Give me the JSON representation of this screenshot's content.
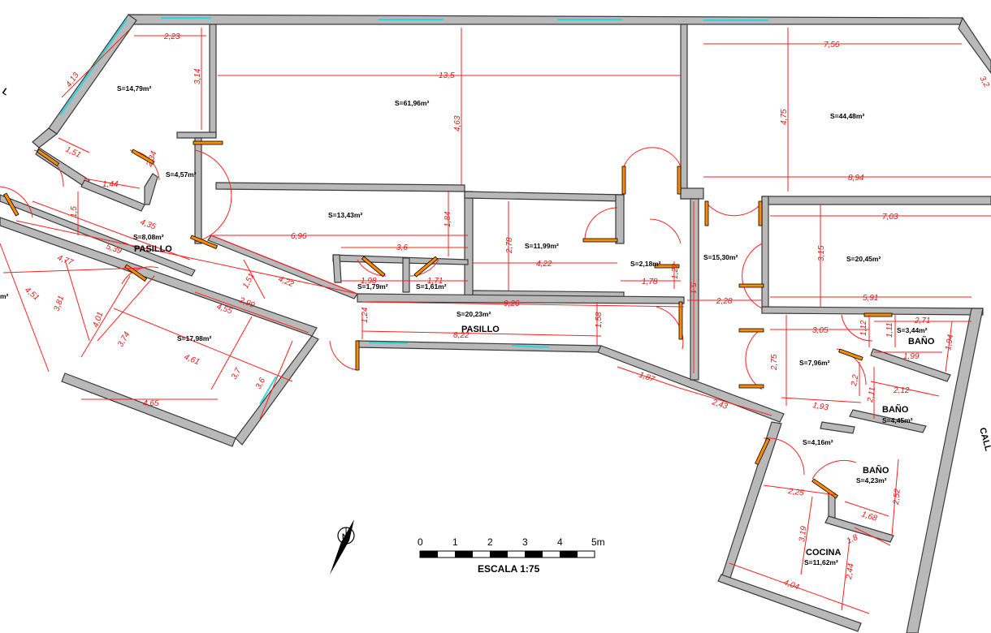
{
  "plan": {
    "rooms": [
      {
        "area": "S=14,79m²"
      },
      {
        "area": "S=61,96m²"
      },
      {
        "area": "S=44,48m²"
      },
      {
        "area": "S=4,57m²"
      },
      {
        "area": "S=13,43m²"
      },
      {
        "area": "S=8,08m²",
        "name": "PASILLO"
      },
      {
        "area": "S=11,99m²"
      },
      {
        "area": "S=2,18m²"
      },
      {
        "area": "S=15,30m²"
      },
      {
        "area": "S=20,45m²"
      },
      {
        "area": "S=1,79m²"
      },
      {
        "area": "S=1,61m²"
      },
      {
        "area": "S=20,23m²",
        "name": "PASILLO"
      },
      {
        "area": "S=17,98m²"
      },
      {
        "area": "S=3,44m²",
        "name": "BAÑO"
      },
      {
        "area": "S=7,96m²"
      },
      {
        "area": "S=4,45m²",
        "name": "BAÑO"
      },
      {
        "area": "S=4,16m²"
      },
      {
        "area": "S=4,23m²",
        "name": "BAÑO"
      },
      {
        "area": "S=11,62m²",
        "name": "COCINA"
      }
    ],
    "partial_texts": [
      "m²",
      "L",
      "CALL",
      "3,2"
    ],
    "dimensions": [
      "2,23",
      "4,13",
      "3,14",
      "1,51",
      "1,44",
      "2,34",
      "13,5",
      "4,63",
      "7,56",
      "4,75",
      "8,94",
      "1,5",
      "4,35",
      "5,39",
      "4,77",
      "4,51",
      "3,81",
      "4,01",
      "3,74",
      "4,61",
      "3,7",
      "4,55",
      "3,6",
      "4,65",
      "1,51",
      "2,99",
      "4,22",
      "6,96",
      "3,6",
      "1,84",
      "1,98",
      "1,71",
      "2,78",
      "4,22",
      "1,22",
      "1,78",
      "1,24",
      "9,26",
      "8,22",
      "1,58",
      "5,1",
      "2,28",
      "7,03",
      "3,15",
      "5,91",
      "3,05",
      "2,71",
      "1,12",
      "1,11",
      "1,99",
      "1,94",
      "2,75",
      "2,2",
      "2,11",
      "2,12",
      "1,93",
      "1,87",
      "2,43",
      "2,25",
      "1,68",
      "2,52",
      "1,8",
      "3,19",
      "2,44",
      "4,04"
    ]
  },
  "scale_bar": {
    "ticks": [
      "0",
      "1",
      "2",
      "3",
      "4",
      "5m"
    ],
    "label": "ESCALA 1:75"
  },
  "compass": {
    "icon": "north-arrow-icon",
    "letter": "N"
  },
  "colors": {
    "wall": "#b9b9b9",
    "dimension": "#ff2020",
    "door_leaf": "#ff8c00",
    "window": "#2ad6e0"
  }
}
